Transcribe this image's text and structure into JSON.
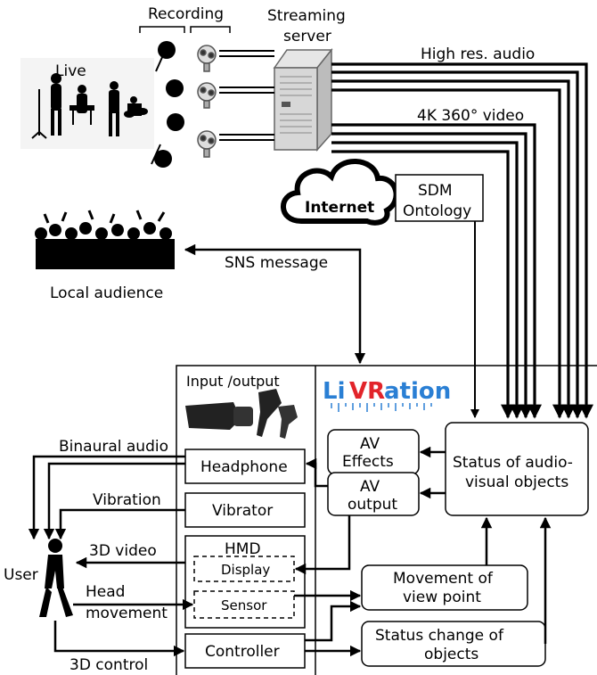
{
  "labels": {
    "recording": "Recording",
    "streaming_server": [
      "Streaming",
      "server"
    ],
    "live": "Live",
    "high_res_audio": "High res. audio",
    "video_4k360": "4K 360° video",
    "internet": "Internet",
    "sdm_ontology": [
      "SDM",
      "Ontology"
    ],
    "sns_message": "SNS message",
    "local_audience": "Local audience",
    "input_output": "Input /output",
    "logo": {
      "a": "Li",
      "b": "VR",
      "c": "ation"
    },
    "binaural_audio": "Binaural audio",
    "vibration": "Vibration",
    "video_3d": "3D video",
    "head_movement": [
      "Head",
      "movement"
    ],
    "control_3d": "3D control",
    "user": "User",
    "headphone": "Headphone",
    "vibrator": "Vibrator",
    "hmd": "HMD",
    "display": "Display",
    "sensor": "Sensor",
    "controller": "Controller",
    "av_effects": [
      "AV",
      "Effects"
    ],
    "av_output": [
      "AV",
      "output"
    ],
    "status_av_objects": [
      "Status of audio-",
      "visual objects"
    ],
    "movement_view_point": [
      "Movement of",
      "view point"
    ],
    "status_change_objects": [
      "Status change of",
      "objects"
    ]
  },
  "colors": {
    "logo_blue": "#2a7fd4",
    "logo_red": "#e2242a",
    "line": "#000000"
  }
}
